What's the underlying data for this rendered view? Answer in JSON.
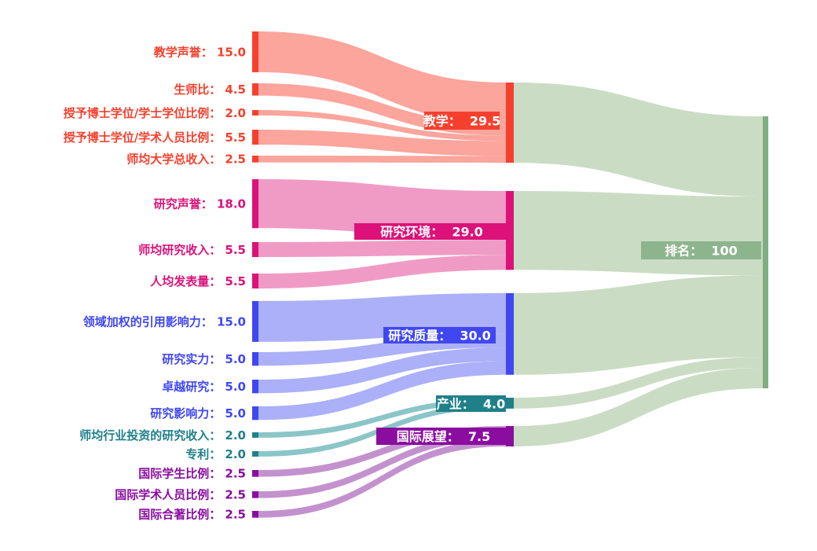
{
  "chart_data": {
    "type": "sankey",
    "title": "",
    "total": 100,
    "label_format": {
      "left_separator": "： ",
      "box_separator": "：  "
    },
    "categories": {
      "teaching": {
        "node_color": "#f6402d",
        "flow_color": "#fba59d",
        "label_bg": "#f6402d",
        "label_text": "#ffffff"
      },
      "research_environment": {
        "node_color": "#dc1179",
        "flow_color": "#f09bc5",
        "label_bg": "#dc1179",
        "label_text": "#ffffff"
      },
      "research_quality": {
        "node_color": "#4047f0",
        "flow_color": "#abb0f8",
        "label_bg": "#4047f0",
        "label_text": "#ffffff"
      },
      "industry": {
        "node_color": "#1f8089",
        "flow_color": "#8bc5c8",
        "label_bg": "#1f8089",
        "label_text": "#ffffff"
      },
      "international": {
        "node_color": "#8a0da0",
        "flow_color": "#c392ce",
        "label_bg": "#8a0da0",
        "label_text": "#ffffff"
      },
      "ranking": {
        "node_color": "#7fae80",
        "flow_color": "#cbdcc5",
        "label_bg": "#8db58d",
        "label_text": "#ffffff"
      }
    },
    "nodes": [
      {
        "id": "teach_reputation",
        "name": "教学声誉",
        "value": 15.0,
        "value_display": "15.0",
        "category": "teaching",
        "column": "left"
      },
      {
        "id": "student_staff_ratio",
        "name": "生师比",
        "value": 4.5,
        "value_display": "4.5",
        "category": "teaching",
        "column": "left"
      },
      {
        "id": "doctorate_bachelor_ratio",
        "name": "授予博士学位/学士学位比例",
        "value": 2.0,
        "value_display": "2.0",
        "category": "teaching",
        "column": "left"
      },
      {
        "id": "doctorate_staff_ratio",
        "name": "授予博士学位/学术人员比例",
        "value": 5.5,
        "value_display": "5.5",
        "category": "teaching",
        "column": "left"
      },
      {
        "id": "institutional_income",
        "name": "师均大学总收入",
        "value": 2.5,
        "value_display": "2.5",
        "category": "teaching",
        "column": "left"
      },
      {
        "id": "research_reputation",
        "name": "研究声誉",
        "value": 18.0,
        "value_display": "18.0",
        "category": "research_environment",
        "column": "left"
      },
      {
        "id": "research_income",
        "name": "师均研究收入",
        "value": 5.5,
        "value_display": "5.5",
        "category": "research_environment",
        "column": "left"
      },
      {
        "id": "research_productivity",
        "name": "人均发表量",
        "value": 5.5,
        "value_display": "5.5",
        "category": "research_environment",
        "column": "left"
      },
      {
        "id": "fwci",
        "name": "领域加权的引用影响力",
        "value": 15.0,
        "value_display": "15.0",
        "category": "research_quality",
        "column": "left"
      },
      {
        "id": "research_strength",
        "name": "研究实力",
        "value": 5.0,
        "value_display": "5.0",
        "category": "research_quality",
        "column": "left"
      },
      {
        "id": "research_excellence",
        "name": "卓越研究",
        "value": 5.0,
        "value_display": "5.0",
        "category": "research_quality",
        "column": "left"
      },
      {
        "id": "research_influence",
        "name": "研究影响力",
        "value": 5.0,
        "value_display": "5.0",
        "category": "research_quality",
        "column": "left"
      },
      {
        "id": "industry_income",
        "name": "师均行业投资的研究收入",
        "value": 2.0,
        "value_display": "2.0",
        "category": "industry",
        "column": "left"
      },
      {
        "id": "patents",
        "name": "专利",
        "value": 2.0,
        "value_display": "2.0",
        "category": "industry",
        "column": "left"
      },
      {
        "id": "intl_students",
        "name": "国际学生比例",
        "value": 2.5,
        "value_display": "2.5",
        "category": "international",
        "column": "left"
      },
      {
        "id": "intl_staff",
        "name": "国际学术人员比例",
        "value": 2.5,
        "value_display": "2.5",
        "category": "international",
        "column": "left"
      },
      {
        "id": "intl_coauthorship",
        "name": "国际合著比例",
        "value": 2.5,
        "value_display": "2.5",
        "category": "international",
        "column": "left"
      },
      {
        "id": "teaching",
        "name": "教学",
        "value": 29.5,
        "value_display": "29.5",
        "category": "teaching",
        "column": "mid"
      },
      {
        "id": "research_environment",
        "name": "研究环境",
        "value": 29.0,
        "value_display": "29.0",
        "category": "research_environment",
        "column": "mid"
      },
      {
        "id": "research_quality",
        "name": "研究质量",
        "value": 30.0,
        "value_display": "30.0",
        "category": "research_quality",
        "column": "mid"
      },
      {
        "id": "industry",
        "name": "产业",
        "value": 4.0,
        "value_display": "4.0",
        "category": "industry",
        "column": "mid"
      },
      {
        "id": "international_outlook",
        "name": "国际展望",
        "value": 7.5,
        "value_display": "7.5",
        "category": "international",
        "column": "mid"
      },
      {
        "id": "ranking",
        "name": "排名",
        "value": 100,
        "value_display": "100",
        "category": "ranking",
        "column": "right"
      }
    ],
    "links": [
      {
        "source": "teach_reputation",
        "target": "teaching",
        "value": 15.0
      },
      {
        "source": "student_staff_ratio",
        "target": "teaching",
        "value": 4.5
      },
      {
        "source": "doctorate_bachelor_ratio",
        "target": "teaching",
        "value": 2.0
      },
      {
        "source": "doctorate_staff_ratio",
        "target": "teaching",
        "value": 5.5
      },
      {
        "source": "institutional_income",
        "target": "teaching",
        "value": 2.5
      },
      {
        "source": "research_reputation",
        "target": "research_environment",
        "value": 18.0
      },
      {
        "source": "research_income",
        "target": "research_environment",
        "value": 5.5
      },
      {
        "source": "research_productivity",
        "target": "research_environment",
        "value": 5.5
      },
      {
        "source": "fwci",
        "target": "research_quality",
        "value": 15.0
      },
      {
        "source": "research_strength",
        "target": "research_quality",
        "value": 5.0
      },
      {
        "source": "research_excellence",
        "target": "research_quality",
        "value": 5.0
      },
      {
        "source": "research_influence",
        "target": "research_quality",
        "value": 5.0
      },
      {
        "source": "industry_income",
        "target": "industry",
        "value": 2.0
      },
      {
        "source": "patents",
        "target": "industry",
        "value": 2.0
      },
      {
        "source": "intl_students",
        "target": "international_outlook",
        "value": 2.5
      },
      {
        "source": "intl_staff",
        "target": "international_outlook",
        "value": 2.5
      },
      {
        "source": "intl_coauthorship",
        "target": "international_outlook",
        "value": 2.5
      },
      {
        "source": "teaching",
        "target": "ranking",
        "value": 29.5
      },
      {
        "source": "research_environment",
        "target": "ranking",
        "value": 29.0
      },
      {
        "source": "research_quality",
        "target": "ranking",
        "value": 30.0
      },
      {
        "source": "industry",
        "target": "ranking",
        "value": 4.0
      },
      {
        "source": "international_outlook",
        "target": "ranking",
        "value": 7.5
      }
    ]
  }
}
